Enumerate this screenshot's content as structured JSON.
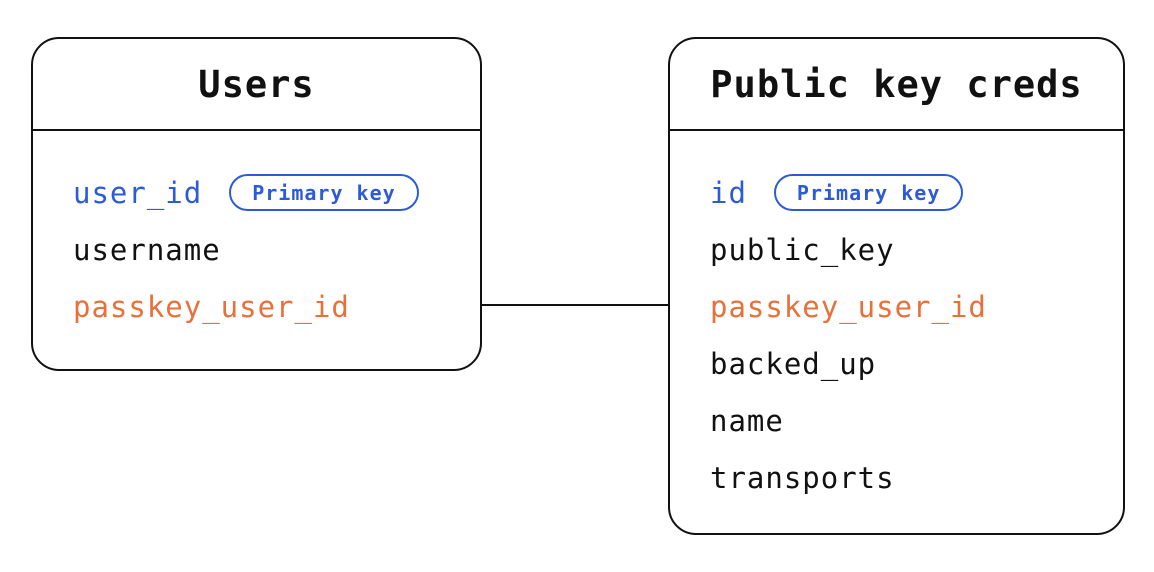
{
  "colors": {
    "ink": "#111111",
    "blue": "#2d5bd7",
    "orange": "#e8703a"
  },
  "tables": [
    {
      "title": "Users",
      "fields": [
        {
          "name": "user_id",
          "color": "blue",
          "badge": "Primary key"
        },
        {
          "name": "username",
          "color": "black"
        },
        {
          "name": "passkey_user_id",
          "color": "orange"
        }
      ]
    },
    {
      "title": "Public key creds",
      "fields": [
        {
          "name": "id",
          "color": "blue",
          "badge": "Primary key"
        },
        {
          "name": "public_key",
          "color": "black"
        },
        {
          "name": "passkey_user_id",
          "color": "orange"
        },
        {
          "name": "backed_up",
          "color": "black"
        },
        {
          "name": "name",
          "color": "black"
        },
        {
          "name": "transports",
          "color": "black"
        }
      ]
    }
  ],
  "relation": {
    "from": "Users.passkey_user_id",
    "to": "Public key creds.passkey_user_id"
  }
}
